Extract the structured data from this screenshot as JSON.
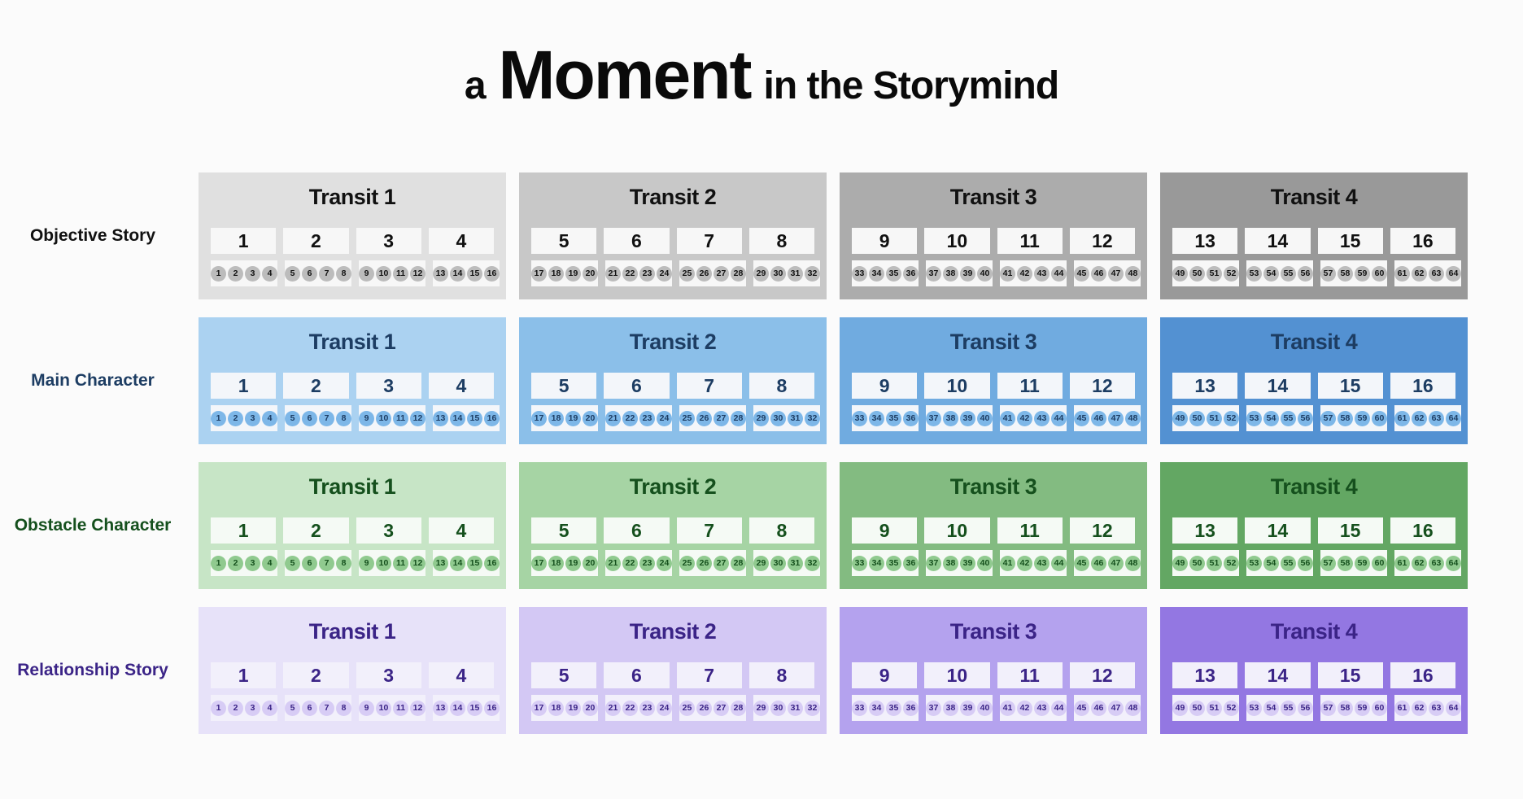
{
  "title": {
    "prefix": "a",
    "emphasis": "Moment",
    "suffix": "in the Storymind"
  },
  "rows": [
    {
      "label": "Objective Story",
      "text_color": "#111111",
      "block_bgs": [
        "#e0e0e0",
        "#c8c8c8",
        "#acacac",
        "#999999"
      ],
      "cell_bg": "#f7f7f7",
      "chip_bg": "#bcbcbc"
    },
    {
      "label": "Main Character",
      "text_color": "#1d3d63",
      "block_bgs": [
        "#abd2f1",
        "#8bbfe9",
        "#70abe0",
        "#5391d2"
      ],
      "cell_bg": "#f3f6fa",
      "chip_bg": "#7db7e8"
    },
    {
      "label": "Obstacle Character",
      "text_color": "#15501d",
      "block_bgs": [
        "#c7e5c6",
        "#a6d4a4",
        "#83bb81",
        "#63a763"
      ],
      "cell_bg": "#f5faf5",
      "chip_bg": "#90ca8f"
    },
    {
      "label": "Relationship Story",
      "text_color": "#3b2487",
      "block_bgs": [
        "#e7e2f9",
        "#d3c8f4",
        "#b4a2ee",
        "#9377e2"
      ],
      "cell_bg": "#f2f0fb",
      "chip_bg": "#d7ccf5"
    }
  ],
  "transits": [
    {
      "name": "Transit 1",
      "cells": [
        {
          "value": "1",
          "chips": [
            "1",
            "2",
            "3",
            "4"
          ]
        },
        {
          "value": "2",
          "chips": [
            "5",
            "6",
            "7",
            "8"
          ]
        },
        {
          "value": "3",
          "chips": [
            "9",
            "10",
            "11",
            "12"
          ]
        },
        {
          "value": "4",
          "chips": [
            "13",
            "14",
            "15",
            "16"
          ]
        }
      ]
    },
    {
      "name": "Transit 2",
      "cells": [
        {
          "value": "5",
          "chips": [
            "17",
            "18",
            "19",
            "20"
          ]
        },
        {
          "value": "6",
          "chips": [
            "21",
            "22",
            "23",
            "24"
          ]
        },
        {
          "value": "7",
          "chips": [
            "25",
            "26",
            "27",
            "28"
          ]
        },
        {
          "value": "8",
          "chips": [
            "29",
            "30",
            "31",
            "32"
          ]
        }
      ]
    },
    {
      "name": "Transit 3",
      "cells": [
        {
          "value": "9",
          "chips": [
            "33",
            "34",
            "35",
            "36"
          ]
        },
        {
          "value": "10",
          "chips": [
            "37",
            "38",
            "39",
            "40"
          ]
        },
        {
          "value": "11",
          "chips": [
            "41",
            "42",
            "43",
            "44"
          ]
        },
        {
          "value": "12",
          "chips": [
            "45",
            "46",
            "47",
            "48"
          ]
        }
      ]
    },
    {
      "name": "Transit 4",
      "cells": [
        {
          "value": "13",
          "chips": [
            "49",
            "50",
            "51",
            "52"
          ]
        },
        {
          "value": "14",
          "chips": [
            "53",
            "54",
            "55",
            "56"
          ]
        },
        {
          "value": "15",
          "chips": [
            "57",
            "58",
            "59",
            "60"
          ]
        },
        {
          "value": "16",
          "chips": [
            "61",
            "62",
            "63",
            "64"
          ]
        }
      ]
    }
  ]
}
